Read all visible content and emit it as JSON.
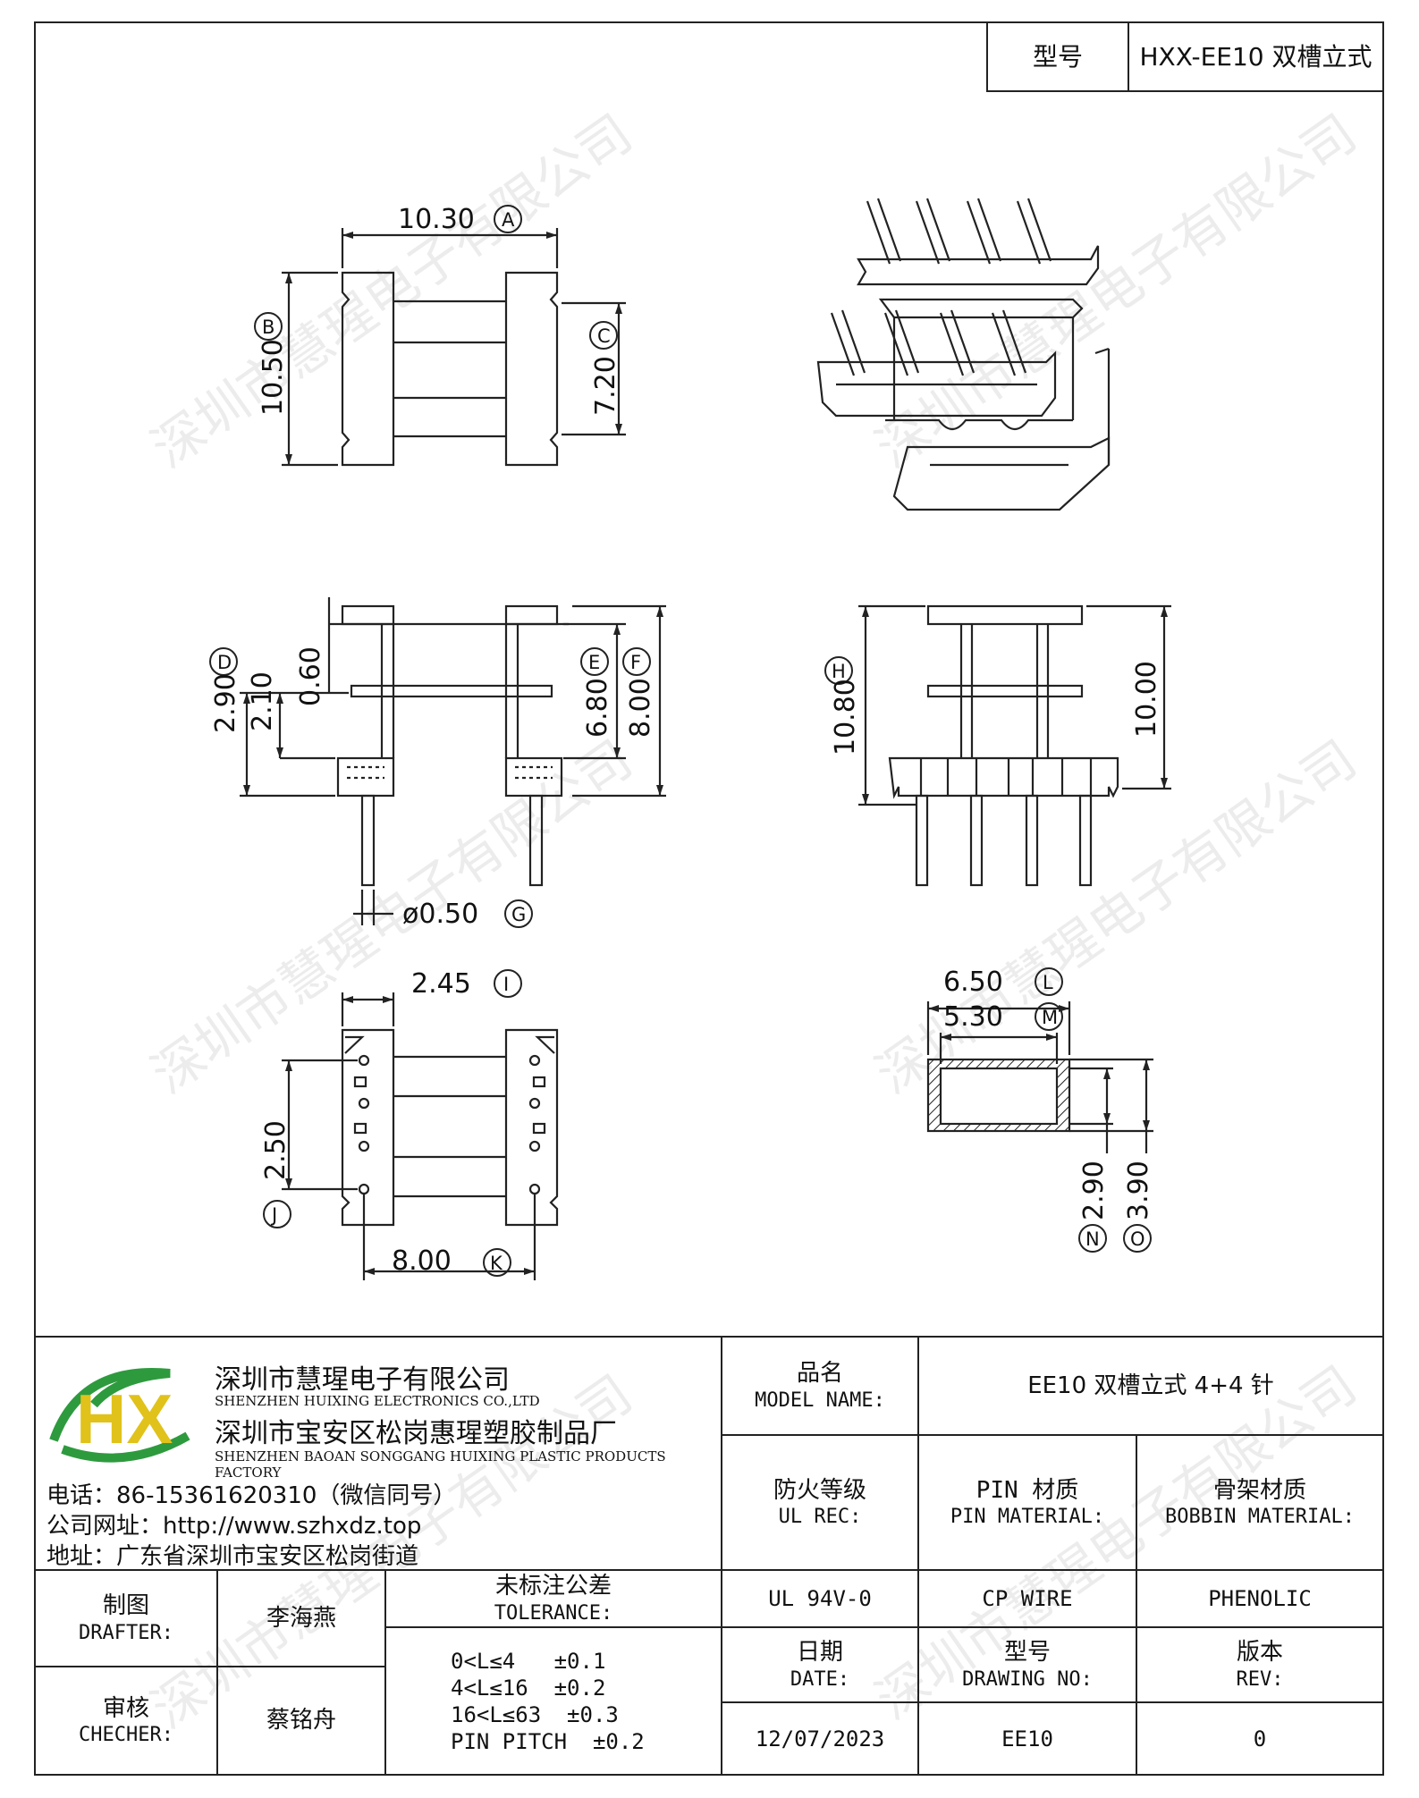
{
  "header": {
    "model_label": "型号",
    "model_value": "HXX-EE10 双槽立式"
  },
  "watermark": "深圳市慧瑆电子有限公司",
  "dimensions": {
    "A": {
      "value": "10.30",
      "tag": "A"
    },
    "B": {
      "value": "10.50",
      "tag": "B"
    },
    "C": {
      "value": "7.20",
      "tag": "C"
    },
    "D": {
      "value": "2.90",
      "tag": "D"
    },
    "d1": {
      "value": "2.10"
    },
    "d2": {
      "value": "0.60"
    },
    "E": {
      "value": "6.80",
      "tag": "E"
    },
    "F": {
      "value": "8.00",
      "tag": "F"
    },
    "G": {
      "value": "ø0.50",
      "tag": "G"
    },
    "H": {
      "value": "10.80",
      "tag": "H"
    },
    "h1": {
      "value": "10.00"
    },
    "I": {
      "value": "2.45",
      "tag": "I"
    },
    "J": {
      "value": "2.50",
      "tag": "J"
    },
    "K": {
      "value": "8.00",
      "tag": "K"
    },
    "L": {
      "value": "6.50",
      "tag": "L"
    },
    "M": {
      "value": "5.30",
      "tag": "M"
    },
    "N": {
      "value": "2.90",
      "tag": "N"
    },
    "O": {
      "value": "3.90",
      "tag": "O"
    }
  },
  "company": {
    "name_cn": "深圳市慧瑆电子有限公司",
    "name_en": "SHENZHEN HUIXING ELECTRONICS CO.,LTD",
    "factory_cn": "深圳市宝安区松岗惠瑆塑胶制品厂",
    "factory_en": "SHENZHEN BAOAN SONGGANG HUIXING PLASTIC PRODUCTS FACTORY",
    "phone": "电话：86-15361620310（微信同号）",
    "website": "公司网址：http://www.szhxdz.top",
    "address": "地址：广东省深圳市宝安区松岗街道",
    "logo_text": "HX",
    "logo_colors": {
      "green": "#2e9a3e",
      "yellow": "#e0c21a",
      "lime": "#8cc43f"
    }
  },
  "titleblock": {
    "model_name_cn": "品名",
    "model_name_en": "MODEL NAME:",
    "model_name_value": "EE10 双槽立式 4+4 针",
    "ul_cn": "防火等级",
    "ul_en": "UL REC:",
    "pin_cn": "PIN 材质",
    "pin_en": "PIN MATERIAL:",
    "bobbin_cn": "骨架材质",
    "bobbin_en": "BOBBIN MATERIAL:",
    "ul_value": "UL 94V-0",
    "pin_value": "CP WIRE",
    "bobbin_value": "PHENOLIC",
    "date_cn": "日期",
    "date_en": "DATE:",
    "dwg_cn": "型号",
    "dwg_en": "DRAWING NO:",
    "rev_cn": "版本",
    "rev_en": "REV:",
    "date_value": "12/07/2023",
    "dwg_value": "EE10",
    "rev_value": "0",
    "drafter_cn": "制图",
    "drafter_en": "DRAFTER:",
    "drafter_name": "李海燕",
    "checker_cn": "审核",
    "checker_en": "CHECHER:",
    "checker_name": "蔡铭舟",
    "tol_cn": "未标注公差",
    "tol_en": "TOLERANCE:",
    "tol_lines": [
      "0<L≤4   ±0.1",
      "4<L≤16  ±0.2",
      "16<L≤63  ±0.3",
      "PIN PITCH  ±0.2"
    ]
  }
}
